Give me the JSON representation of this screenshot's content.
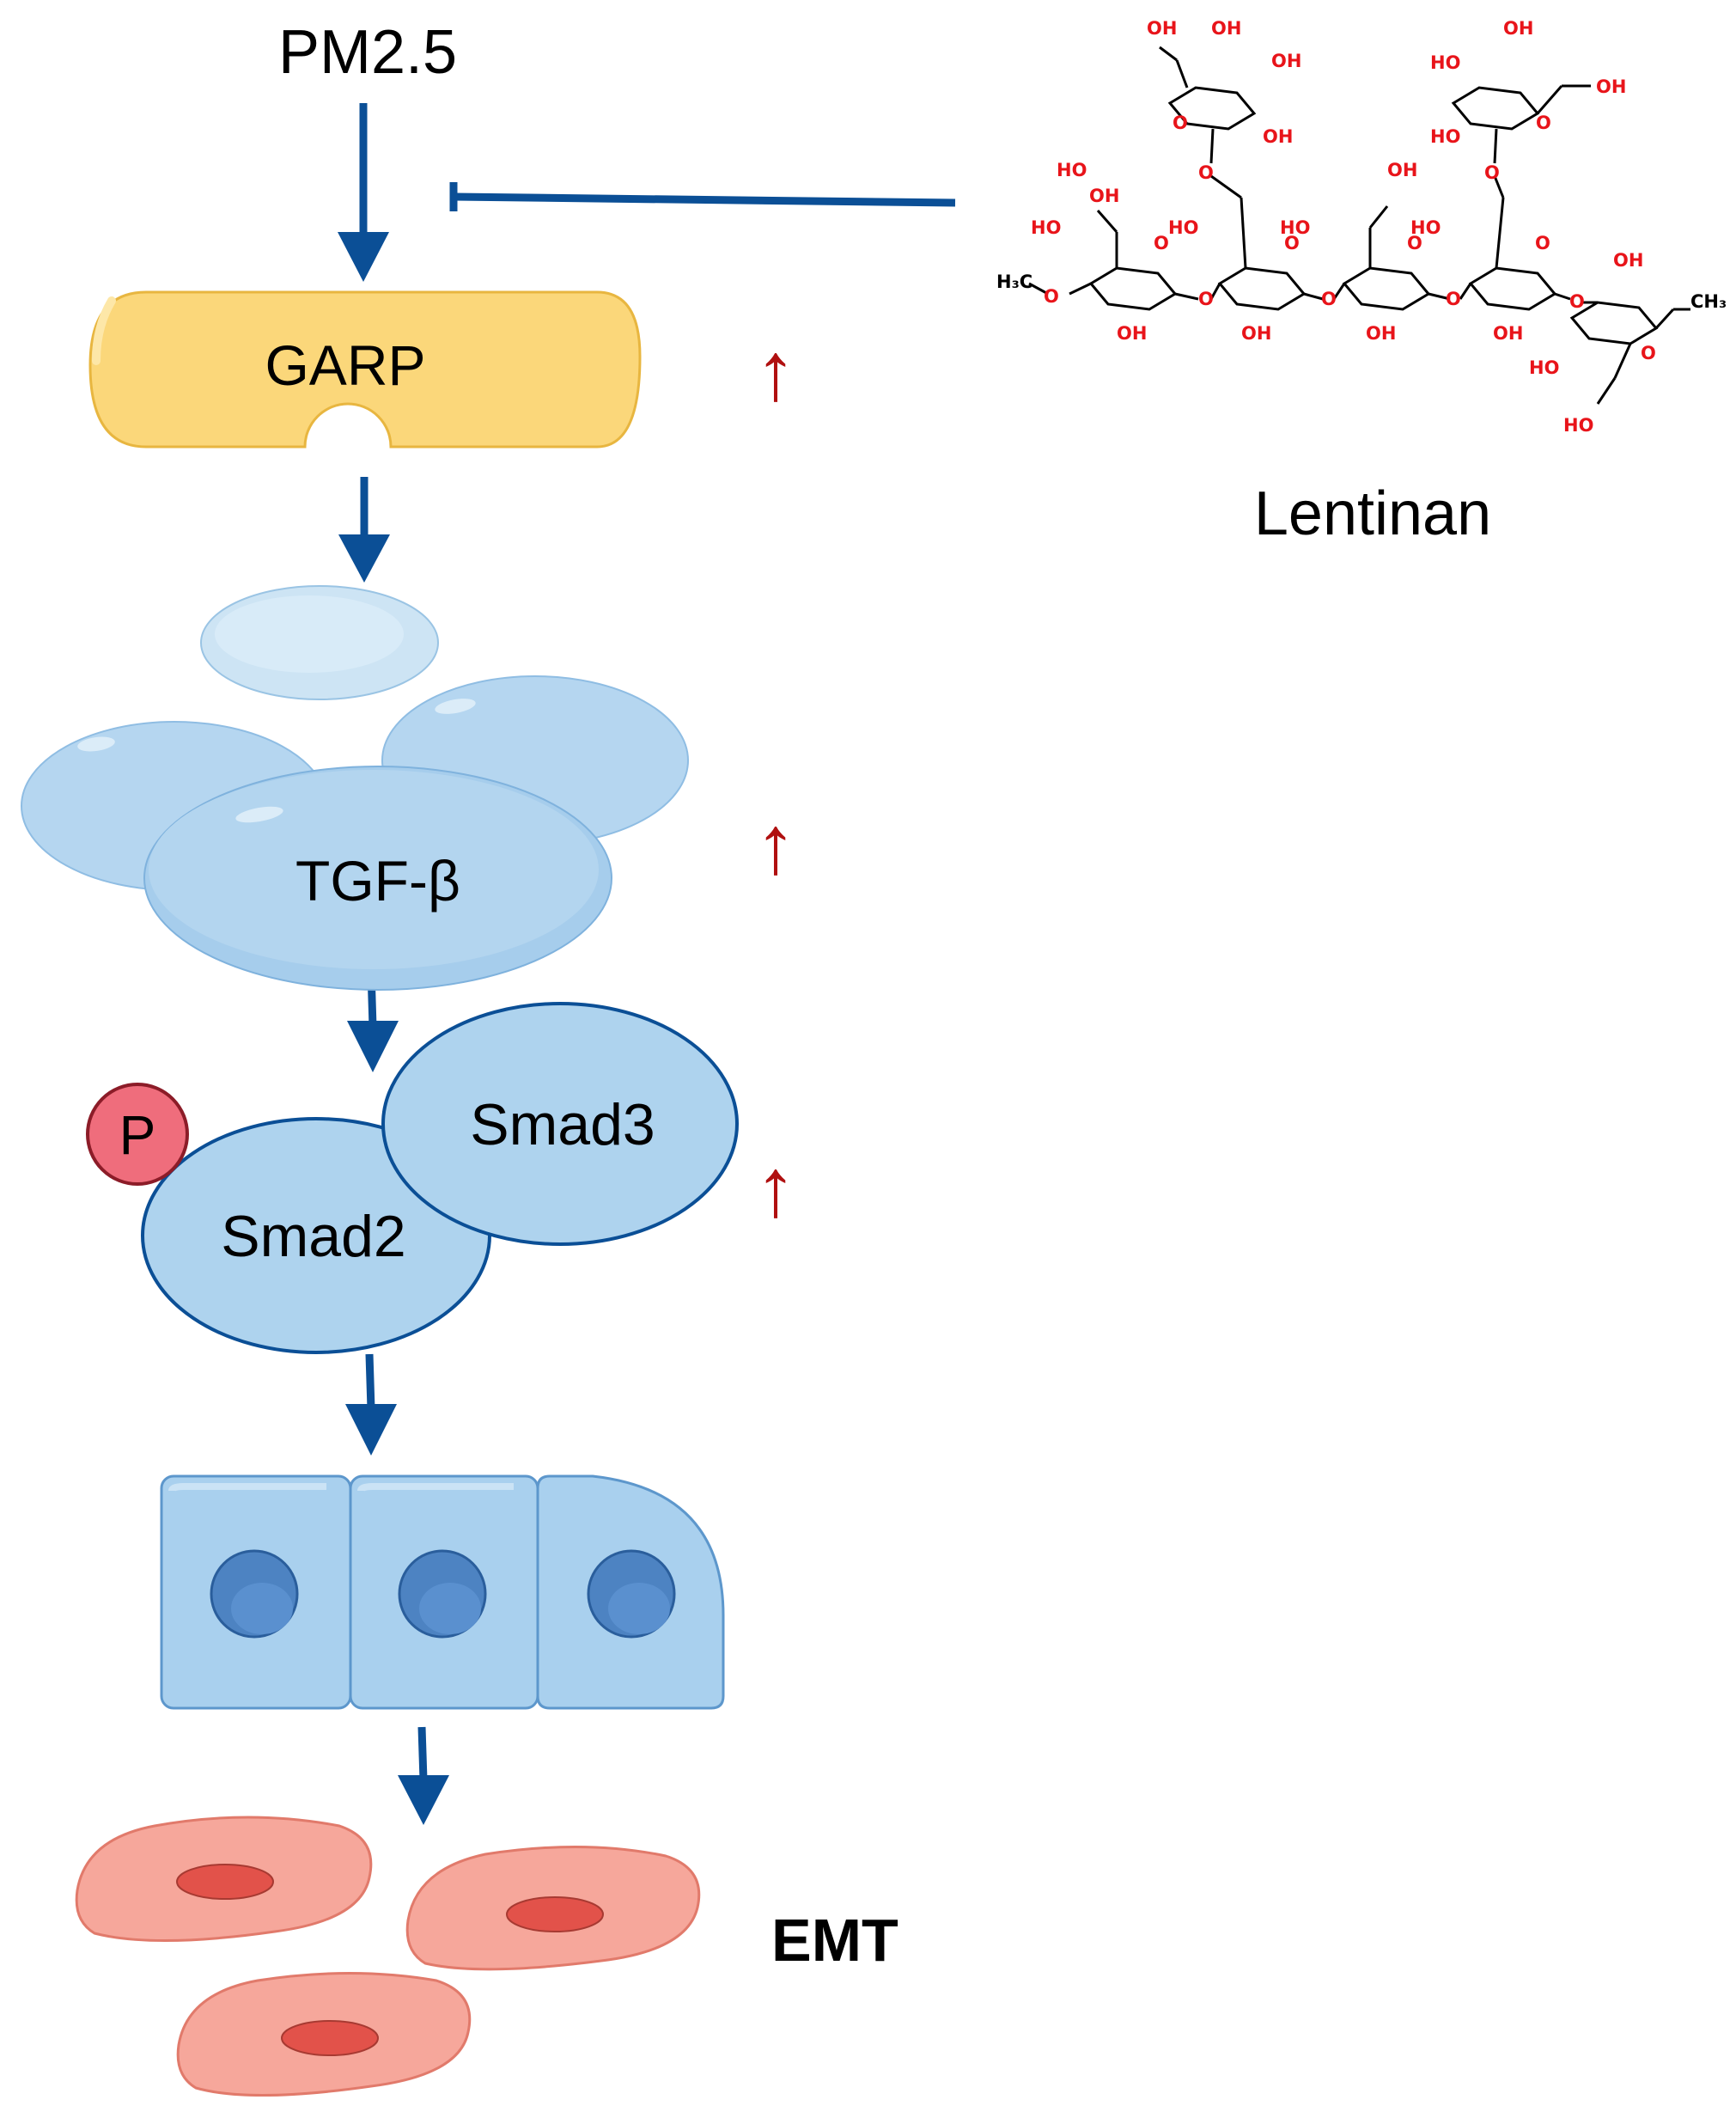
{
  "diagram": {
    "source_label": "PM2.5",
    "garp_label": "GARP",
    "tgf_label": "TGF-β",
    "smad2_label": "Smad2",
    "smad3_label": "Smad3",
    "phospho_label": "P",
    "emt_label": "EMT",
    "inhibitor_label": "Lentinan",
    "upregulation_mark": "↑",
    "colors": {
      "arrow": "#0b4f96",
      "up_arrow": "#b01010",
      "garp_fill": "#fbd77a",
      "protein_fill": "#aed3ee",
      "epithelial_fill": "#a9d0ee",
      "nucleus_fill": "#4d83c2",
      "mesenchymal_fill": "#f6a79b",
      "phospho_fill": "#ef6d7c"
    }
  },
  "lentinan_structure": {
    "atoms": {
      "oh": "OH",
      "ho": "HO",
      "o": "O",
      "ch3": "CH₃",
      "h3c": "H₃C"
    },
    "colors": {
      "heteroatom": "#e8141a",
      "bond": "#000000"
    }
  }
}
